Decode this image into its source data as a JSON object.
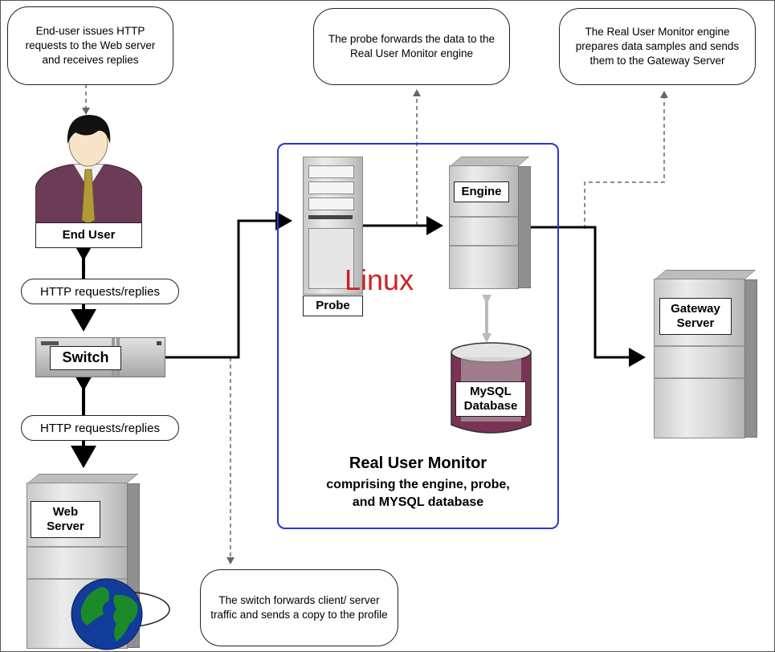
{
  "callouts": {
    "end_user": "End-user issues HTTP requests to the Web server and receives replies",
    "probe": "The probe forwards the data to the Real User Monitor engine",
    "engine": "The Real User Monitor engine prepares data samples and sends them to the Gateway Server",
    "switch": "The switch forwards client/ server traffic and sends a copy to the profile"
  },
  "nodes": {
    "end_user": "End User",
    "switch": "Switch",
    "web_server_line1": "Web",
    "web_server_line2": "Server",
    "probe": "Probe",
    "engine": "Engine",
    "database_line1": "MySQL",
    "database_line2": "Database",
    "gateway_line1": "Gateway",
    "gateway_line2": "Server"
  },
  "links": {
    "upper": "HTTP requests/replies",
    "lower": "HTTP requests/replies"
  },
  "rum": {
    "platform": "Linux",
    "title": "Real User Monitor",
    "subtitle_line1": "comprising the engine, probe,",
    "subtitle_line2": "and MYSQL database"
  },
  "colors": {
    "frame": "#2b35d8",
    "platform_text": "#cc2222",
    "person_suit": "#6b3b57",
    "tie": "#b09a3a",
    "globe_land": "#1c8a2a",
    "globe_sea": "#123c9a"
  }
}
